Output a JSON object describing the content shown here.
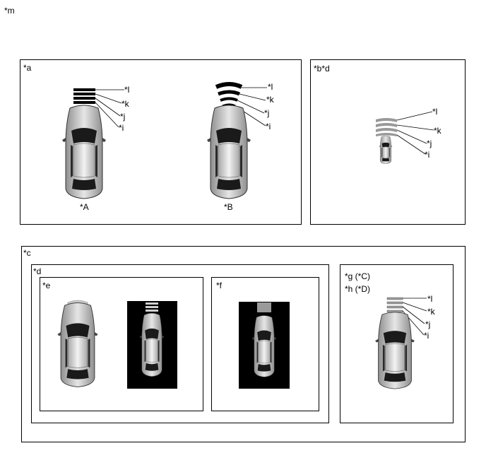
{
  "figure": {
    "main_label": "*m",
    "panel_top_left": {
      "label": "*a",
      "car_a_caption": "*A",
      "car_b_caption": "*B",
      "callouts": [
        "*l",
        "*k",
        "*j",
        "*i"
      ]
    },
    "panel_top_right": {
      "label": "*b*d",
      "callouts": [
        "*l",
        "*k",
        "*j",
        "*i"
      ]
    },
    "panel_bottom": {
      "label": "*c",
      "group_d": {
        "label": "*d",
        "sub_e": {
          "label": "*e"
        },
        "sub_f": {
          "label": "*f"
        }
      },
      "panel_right": {
        "label_g": "*g (*C)",
        "label_h": "*h (*D)",
        "callouts": [
          "*l",
          "*k",
          "*j",
          "*i"
        ]
      }
    }
  },
  "colors": {
    "ink": "#000000",
    "car_body": "#bdbdbd",
    "car_dark": "#1a1a1a",
    "screen_bg": "#000000",
    "sensor_gray": "#9a9a9a"
  }
}
